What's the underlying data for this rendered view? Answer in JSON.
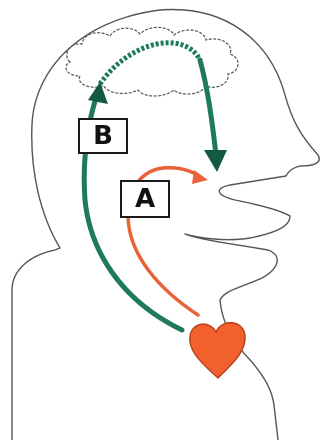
{
  "labels": {
    "b": "B",
    "a": "A"
  },
  "colors": {
    "outline": "#555555",
    "green_arrow": "#1f7a5a",
    "green_arrow_dark": "#145a40",
    "orange_arrow": "#e8623a",
    "heart": "#f2602e",
    "heart_outline": "#b8401c"
  },
  "icons": {
    "brain": "brain-cloud-outline",
    "heart": "heart-icon"
  }
}
